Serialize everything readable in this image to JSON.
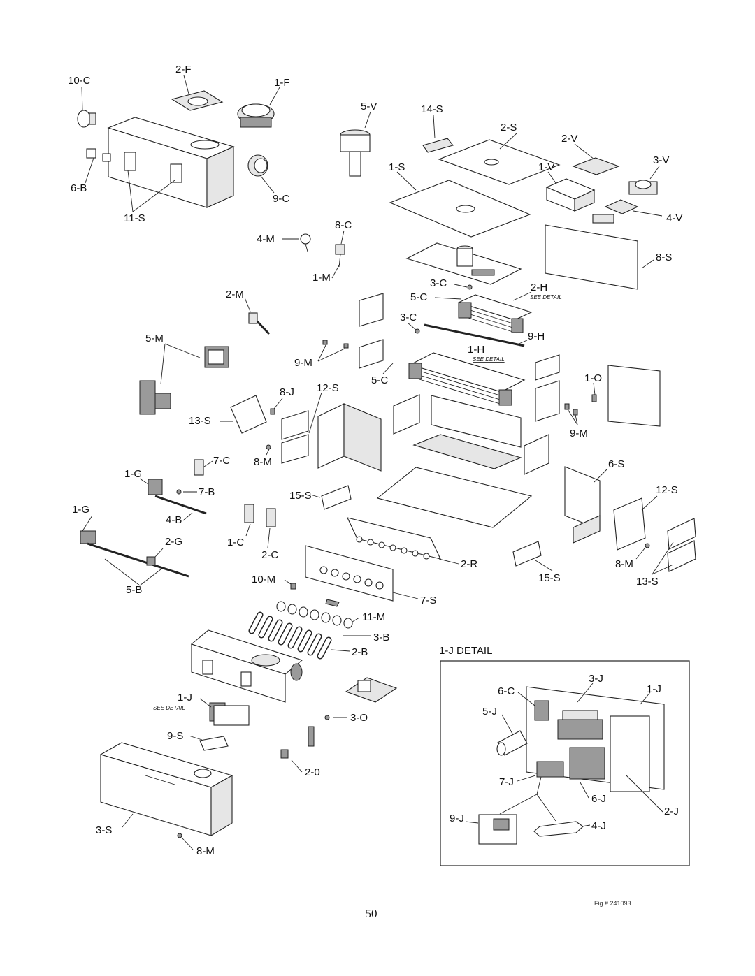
{
  "callouts": {
    "c10C": "10-C",
    "c2F": "2-F",
    "c1F": "1-F",
    "c6B": "6-B",
    "c11S": "11-S",
    "c9C": "9-C",
    "c5V": "5-V",
    "c14S": "14-S",
    "c2S": "2-S",
    "c2V": "2-V",
    "c3V": "3-V",
    "c1S": "1-S",
    "c1V": "1-V",
    "c4V": "4-V",
    "c8S": "8-S",
    "c4M": "4-M",
    "c8C": "8-C",
    "c1M": "1-M",
    "c3C_a": "3-C",
    "c2H": "2-H",
    "c5C_a": "5-C",
    "c3C_b": "3-C",
    "c9H": "9-H",
    "c1H": "1-H",
    "c5C_b": "5-C",
    "c2M": "2-M",
    "c5M": "5-M",
    "c9M_a": "9-M",
    "c1O": "1-O",
    "c9M_b": "9-M",
    "c8J": "8-J",
    "c12S_a": "12-S",
    "c13S_a": "13-S",
    "c7C": "7-C",
    "c8M_a": "8-M",
    "c1G_a": "1-G",
    "c7B": "7-B",
    "c1G_b": "1-G",
    "c4B": "4-B",
    "c15S_a": "15-S",
    "c6S": "6-S",
    "c12S_b": "12-S",
    "c2G": "2-G",
    "c1C": "1-C",
    "c2C": "2-C",
    "c2R": "2-R",
    "c15S_b": "15-S",
    "c8M_b": "8-M",
    "c13S_b": "13-S",
    "c5B": "5-B",
    "c10M": "10-M",
    "c7S": "7-S",
    "c11M": "11-M",
    "c3B": "3-B",
    "c2B": "2-B",
    "c1J": "1-J",
    "c3O": "3-O",
    "c9S": "9-S",
    "c2O": "2-0",
    "c3S": "3-S",
    "c8M_c": "8-M"
  },
  "see_detail": {
    "h2": "SEE DETAIL",
    "h1": "SEE DETAIL",
    "j1": "SEE DETAIL"
  },
  "detail": {
    "title": "1-J DETAIL",
    "c6C": "6-C",
    "c3J": "3-J",
    "c1J": "1-J",
    "c5J": "5-J",
    "c7J": "7-J",
    "c6J": "6-J",
    "c2J": "2-J",
    "c9J": "9-J",
    "c4J": "4-J"
  },
  "page_number": "50",
  "figure_number": "Fig # 241093"
}
